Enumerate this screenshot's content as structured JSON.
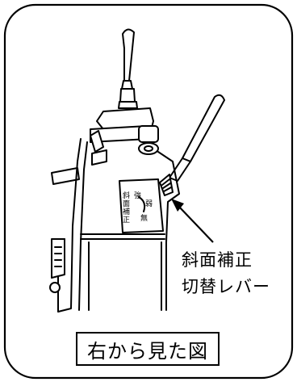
{
  "callout": {
    "line1": "斜面補正",
    "line2": "切替レバー"
  },
  "caption": "右から見た図",
  "panel_label": {
    "col1": [
      "斜",
      "面",
      "補",
      "正"
    ],
    "strong": "強",
    "weak": "弱",
    "none": "無"
  }
}
